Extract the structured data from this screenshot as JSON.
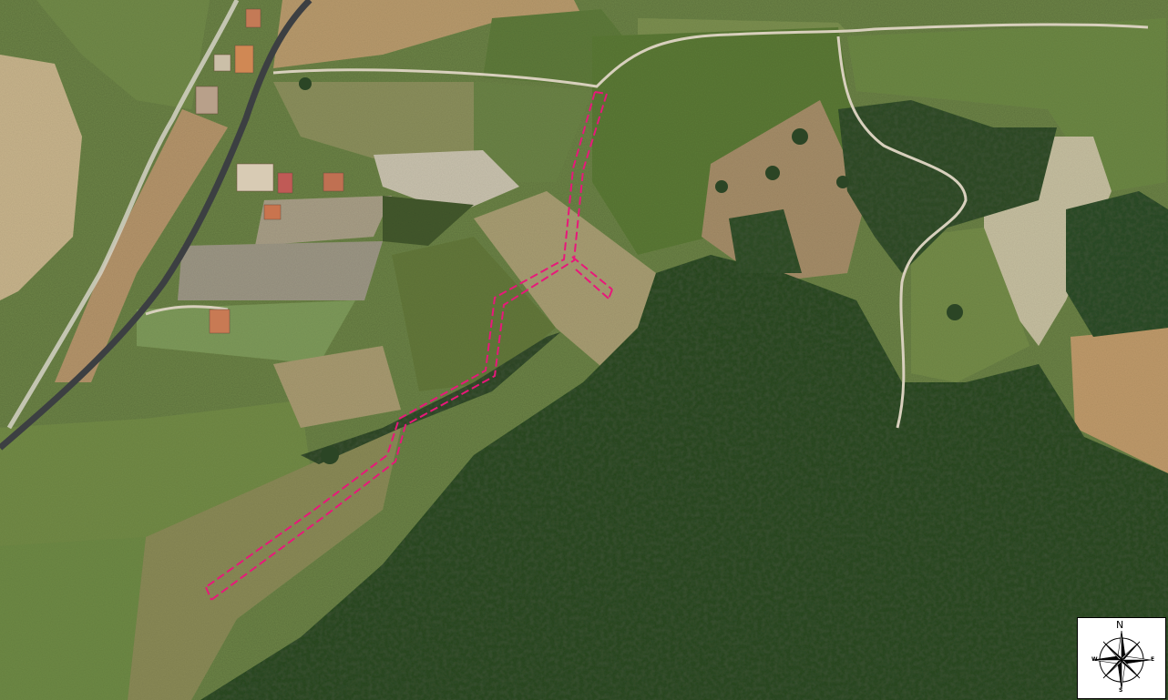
{
  "map": {
    "imagery": "aerial-orthophoto",
    "colors": {
      "route_outline": "#e8187a",
      "forest": "#24401f",
      "field_green": "#5f7a3c",
      "field_tan": "#b89a6a",
      "road": "#3c3f42",
      "dirt_track": "#d8d0bd"
    },
    "compass": {
      "north": "N",
      "south": "S",
      "west": "W",
      "east": "E"
    }
  }
}
